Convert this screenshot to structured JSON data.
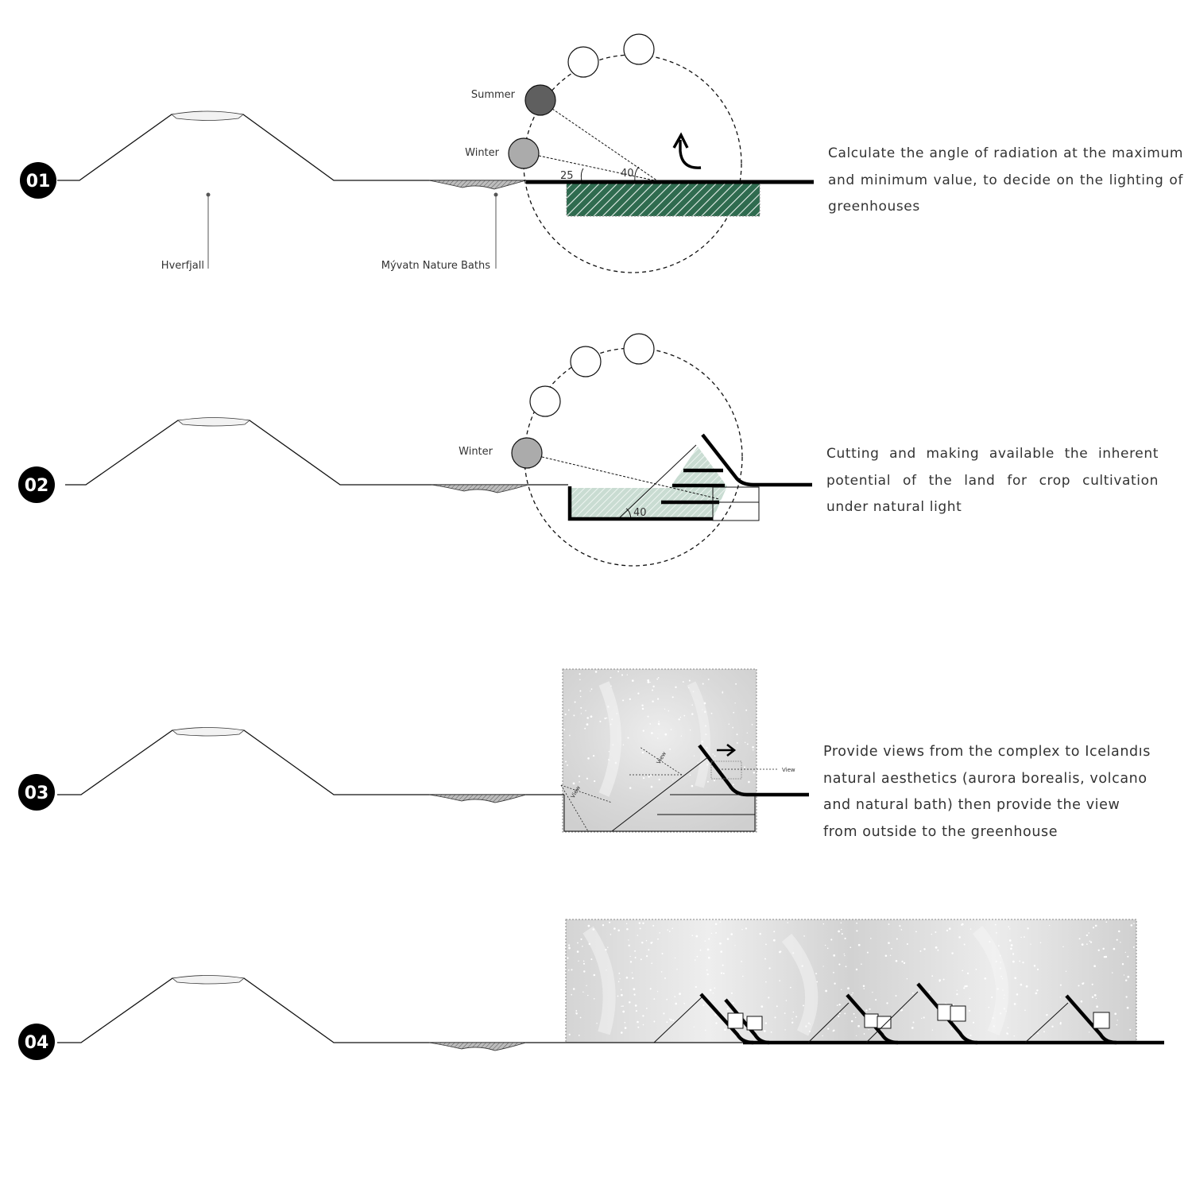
{
  "steps": [
    {
      "number": "01",
      "description": "Calculate the angle of radiation at the maximum and minimum value, to decide on the lighting of greenhouses",
      "sun_labels": {
        "summer": "Summer",
        "winter": "Winter"
      },
      "angles": {
        "winter": "25",
        "summer": "40"
      },
      "places": {
        "volcano": "Hverfjall",
        "bath": "Mývatn Nature Baths"
      }
    },
    {
      "number": "02",
      "description": "Cutting and making available the inherent potential of the land for crop cultivation under natural  light",
      "sun_labels": {
        "winter": "Winter"
      },
      "angles": {
        "slope": "40"
      }
    },
    {
      "number": "03",
      "description": "Provide views from the complex to Icelandıs natural aesthetics (aurora borealis, volcano and natural bath) then provide the view from outside to the greenhouse",
      "view_label": "View"
    },
    {
      "number": "04"
    }
  ],
  "colors": {
    "badge": "#000000",
    "hatch_green": "#2f6b4f",
    "hatch_green_light": "#b9d2c6",
    "sun_summer": "#5f5f5f",
    "sun_winter": "#ababab",
    "sky": "#d6d6d6"
  }
}
